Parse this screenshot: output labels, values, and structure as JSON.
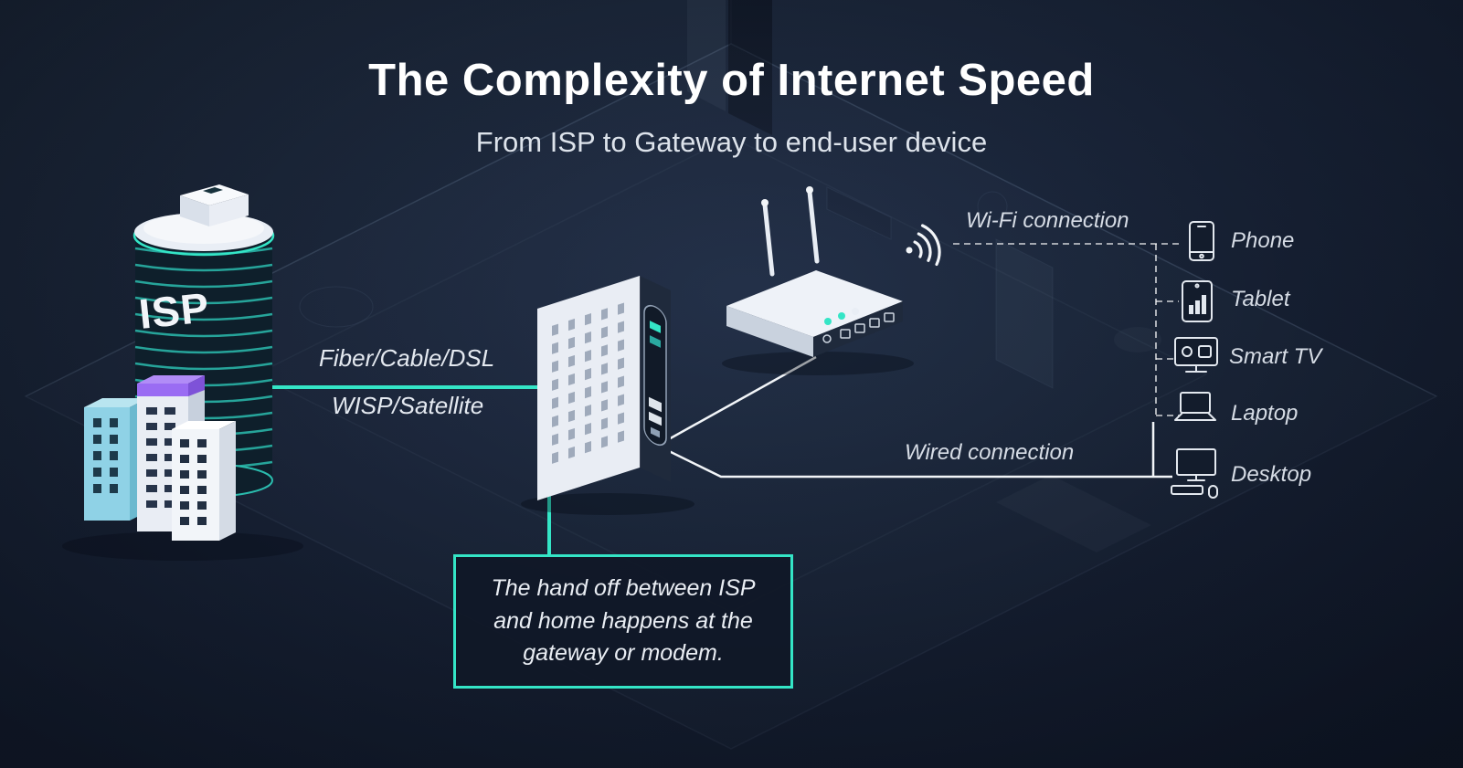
{
  "title": "The Complexity of Internet Speed",
  "subtitle": "From ISP to Gateway to end-user device",
  "isp": {
    "label": "ISP"
  },
  "links": {
    "isp_to_gateway_line1": "Fiber/Cable/DSL",
    "isp_to_gateway_line2": "WISP/Satellite",
    "wifi": "Wi-Fi connection",
    "wired": "Wired connection"
  },
  "callout": "The hand off between ISP and home happens at the gateway or modem.",
  "devices": [
    {
      "label": "Phone",
      "connection": "wifi"
    },
    {
      "label": "Tablet",
      "connection": "wifi"
    },
    {
      "label": "Smart TV",
      "connection": "wifi"
    },
    {
      "label": "Laptop",
      "connection": "wifi"
    },
    {
      "label": "Desktop",
      "connection": "wired"
    }
  ],
  "colors": {
    "background": "#141d2e",
    "accent_teal": "#34e5c6",
    "text_primary": "#ffffff",
    "text_secondary": "#d6dce5",
    "device_dark_panel": "#1f2a3c",
    "building_purple": "#9a6cf3",
    "building_blue": "#8fd2e6"
  }
}
